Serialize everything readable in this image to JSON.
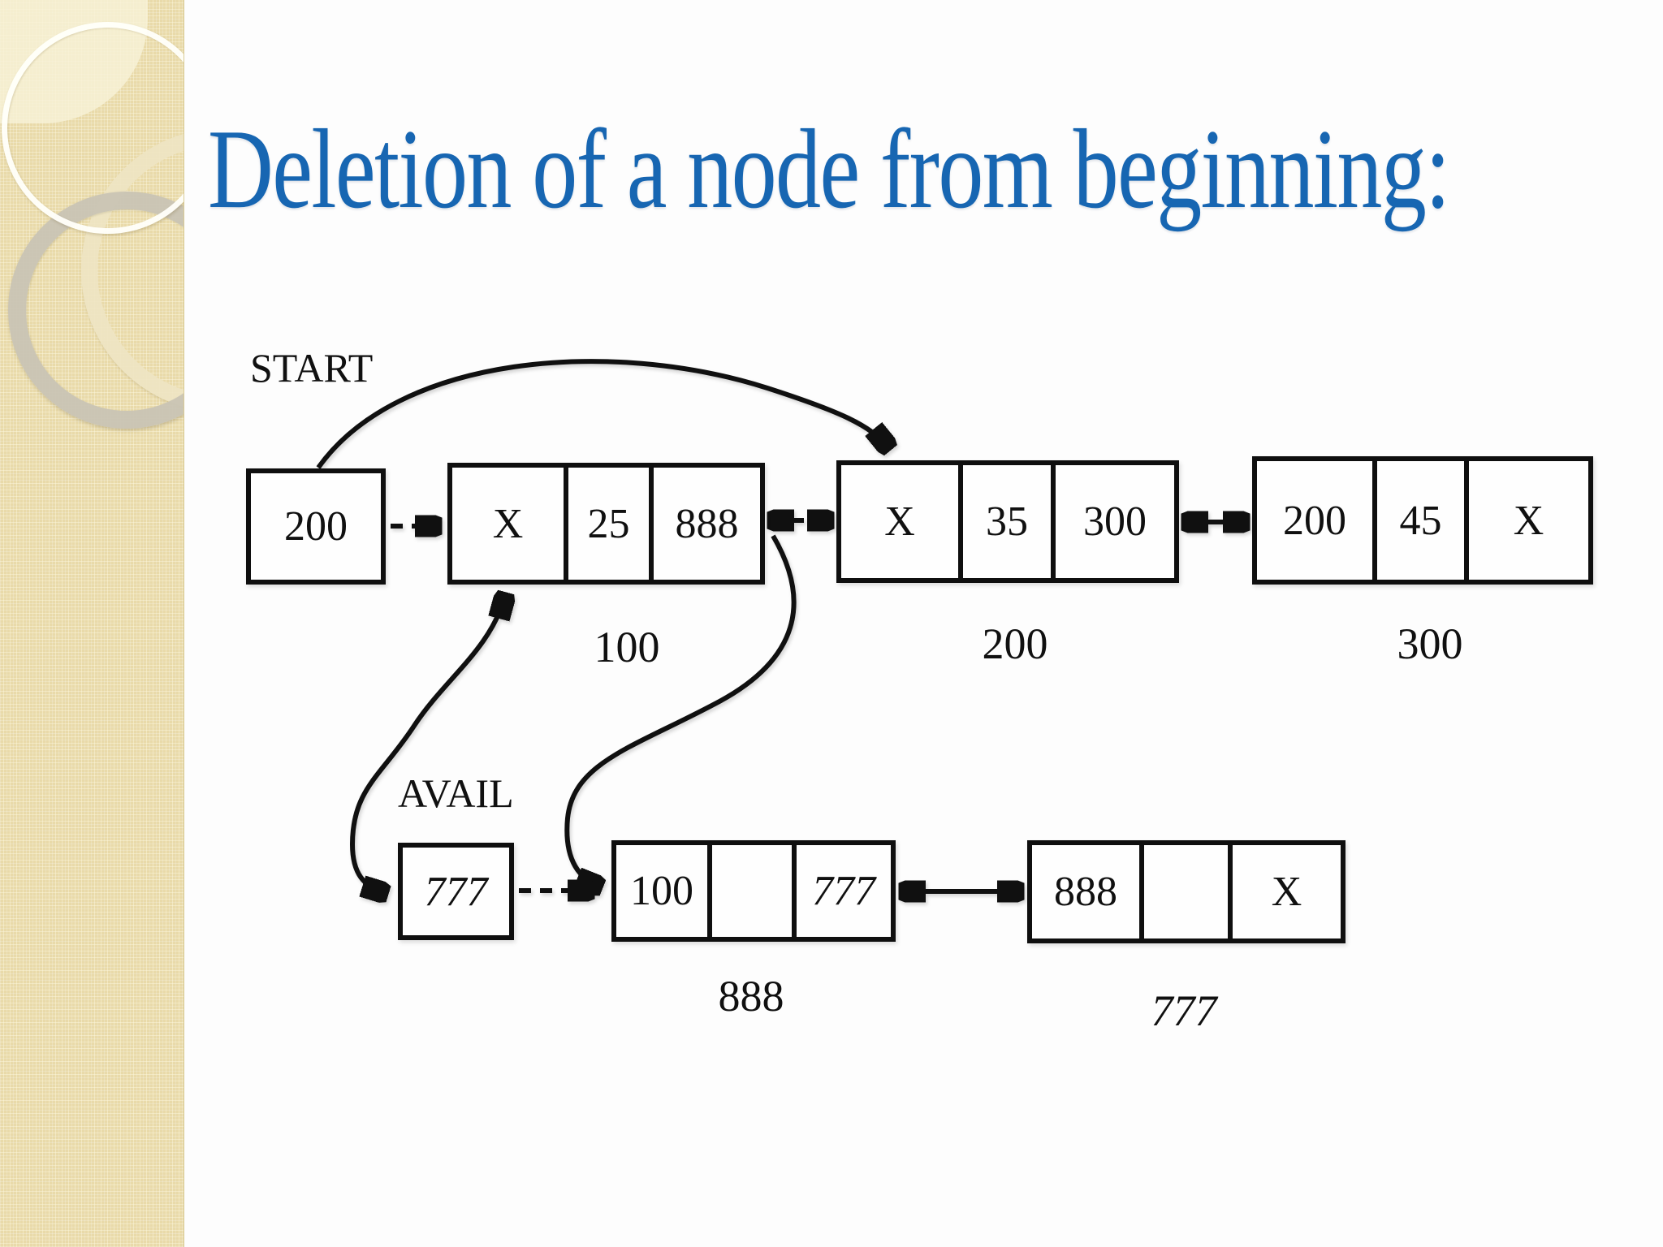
{
  "title": "Deletion of a node from beginning:",
  "colors": {
    "title_blue": "#1766b2",
    "sidebar_beige": "#e9daa9",
    "ink_black": "#101010",
    "background": "#fdfdfd"
  },
  "diagram": {
    "start": {
      "label": "START",
      "pointer_value": "200"
    },
    "avail": {
      "label": "AVAIL",
      "pointer_value": "777"
    },
    "nodes": [
      {
        "address": "100",
        "cells": {
          "prev": "X",
          "data": "25",
          "next": "888"
        }
      },
      {
        "address": "200",
        "cells": {
          "prev": "X",
          "data": "35",
          "next": "300"
        }
      },
      {
        "address": "300",
        "cells": {
          "prev": "200",
          "data": "45",
          "next": "X"
        }
      },
      {
        "address": "888",
        "cells": {
          "prev": "100",
          "data": "",
          "next": "777"
        }
      },
      {
        "address": "777",
        "cells": {
          "prev": "888",
          "data": "",
          "next": "X"
        }
      }
    ]
  }
}
